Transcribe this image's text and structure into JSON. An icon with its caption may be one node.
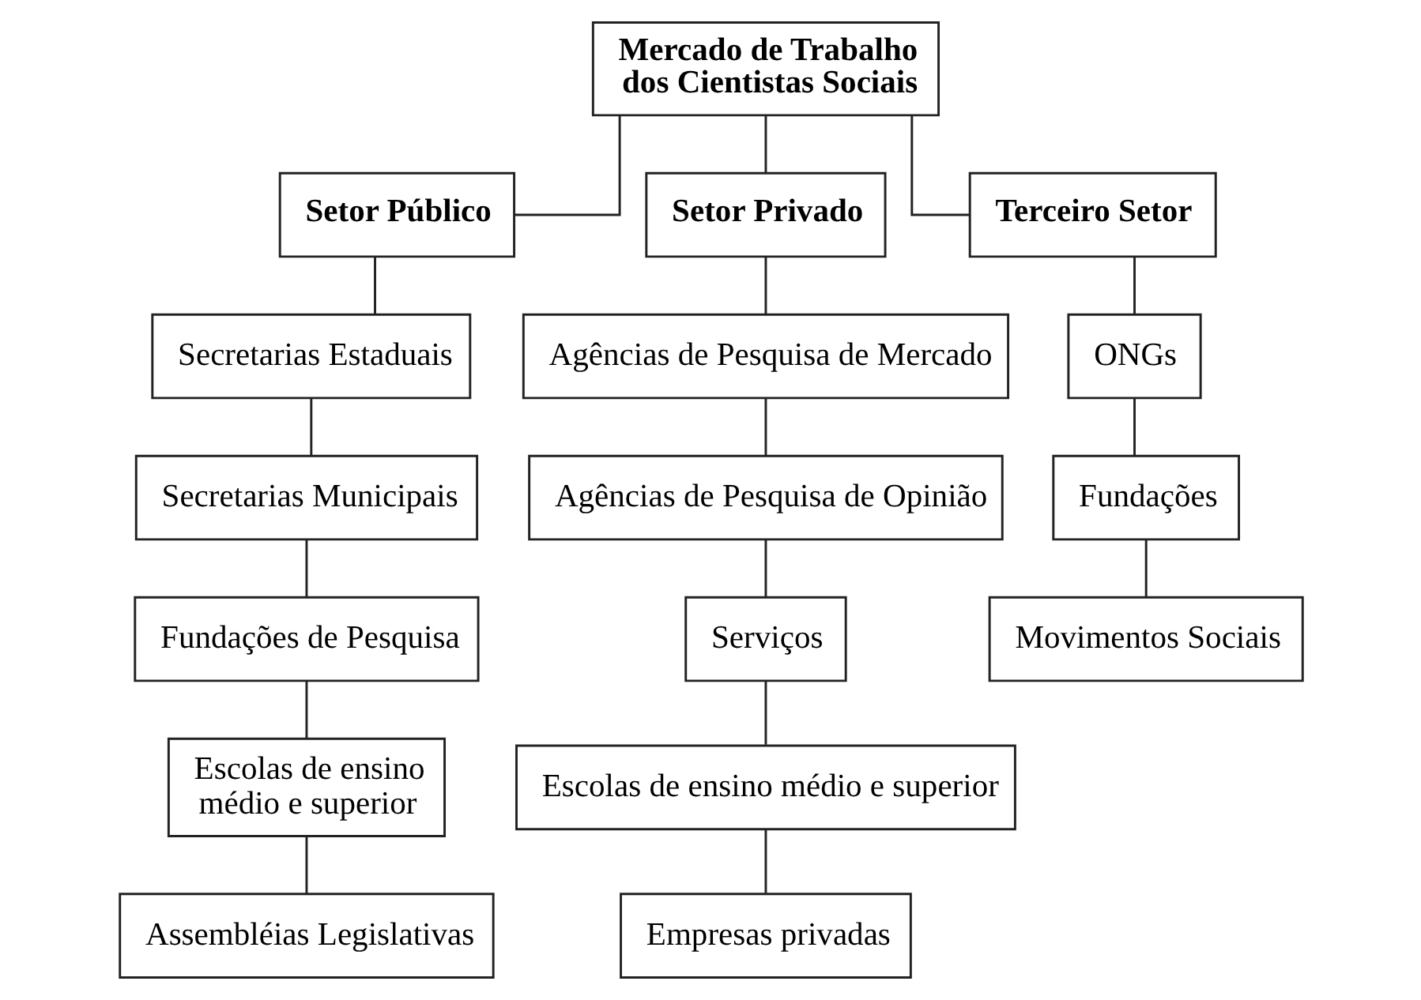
{
  "diagram": {
    "nodes": [
      {
        "text": [
          "Mercado de Trabalho dos Cientistas Sociais"
        ]
      },
      {
        "text": [
          "Setor Público"
        ]
      },
      {
        "text": [
          "Setor Privado"
        ]
      },
      {
        "text": [
          "Terceiro Setor"
        ]
      },
      {
        "text": [
          "Secretarias Estaduais"
        ]
      },
      {
        "text": [
          "Secretarias Municipais"
        ]
      },
      {
        "text": [
          "Fundações de Pesquisa"
        ]
      },
      {
        "text": [
          "Escolas de ensino médio e superior"
        ]
      },
      {
        "text": [
          "Assembléias Legislativas"
        ]
      },
      {
        "text": [
          "Agências de Pesquisa de Mercado"
        ]
      },
      {
        "text": [
          "Agências de Pesquisa de Opinião"
        ]
      },
      {
        "text": [
          "Serviços"
        ]
      },
      {
        "text": [
          "Escolas de ensino médio e superior"
        ]
      },
      {
        "text": [
          "Empresas privadas"
        ]
      },
      {
        "text": [
          "ONGs"
        ]
      },
      {
        "text": [
          "Fundações"
        ]
      },
      {
        "text": [
          "Movimentos Sociais"
        ]
      }
    ],
    "edges": [
      {
        "from": 0,
        "to": 1,
        "arrow": "none"
      },
      {
        "from": 0,
        "to": 2,
        "arrow": "none"
      },
      {
        "from": 0,
        "to": 3,
        "arrow": "none"
      },
      {
        "from": 1,
        "to": 4,
        "arrow": "none"
      },
      {
        "from": 4,
        "to": 5,
        "arrow": "none"
      },
      {
        "from": 5,
        "to": 6,
        "arrow": "none"
      },
      {
        "from": 6,
        "to": 7,
        "arrow": "none"
      },
      {
        "from": 7,
        "to": 8,
        "arrow": "none"
      },
      {
        "from": 2,
        "to": 9,
        "arrow": "none"
      },
      {
        "from": 9,
        "to": 10,
        "arrow": "none"
      },
      {
        "from": 10,
        "to": 11,
        "arrow": "none"
      },
      {
        "from": 11,
        "to": 12,
        "arrow": "none"
      },
      {
        "from": 12,
        "to": 13,
        "arrow": "none"
      },
      {
        "from": 3,
        "to": 14,
        "arrow": "none"
      },
      {
        "from": 14,
        "to": 15,
        "arrow": "none"
      },
      {
        "from": 15,
        "to": 16,
        "arrow": "none"
      }
    ]
  }
}
